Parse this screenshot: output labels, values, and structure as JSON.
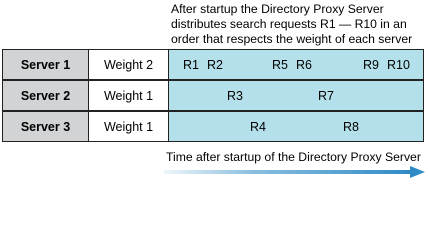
{
  "caption": {
    "lines": [
      "After startup the Directory Proxy Server",
      "distributes search requests R1 — R10 in an",
      "order that respects the weight of each server"
    ]
  },
  "rows": [
    {
      "server": "Server 1",
      "weight": "Weight 2",
      "requests": [
        "R1",
        "R2",
        "R5",
        "R6",
        "R9",
        "R10"
      ]
    },
    {
      "server": "Server 2",
      "weight": "Weight 1",
      "requests": [
        "R3",
        "R7"
      ]
    },
    {
      "server": "Server 3",
      "weight": "Weight 1",
      "requests": [
        "R4",
        "R8"
      ]
    }
  ],
  "axis": {
    "label": "Time after startup of the Directory Proxy Server"
  },
  "colors": {
    "server_cell": "#d1d3d4",
    "timeline": "#b3e0ea",
    "arrow": "#2e8bc6"
  }
}
